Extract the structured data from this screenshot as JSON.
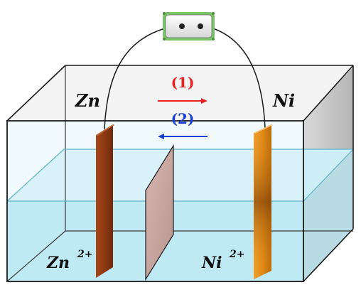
{
  "labels": {
    "left_metal": "Zn",
    "right_metal": "Ni",
    "left_ion": "Zn",
    "left_ion_charge": "2+",
    "right_ion": "Ni",
    "right_ion_charge": "2+",
    "direction_1": "(1)",
    "direction_2": "(2)"
  },
  "colors": {
    "direction_1": "#e8201e",
    "direction_2": "#1a3fd8",
    "solution": "#bfe9f3",
    "zn_electrode": "#8b3a12",
    "ni_electrode": "#e08a17",
    "separator": "#c9a6a0"
  },
  "icons": {
    "meter": "voltmeter-icon"
  }
}
